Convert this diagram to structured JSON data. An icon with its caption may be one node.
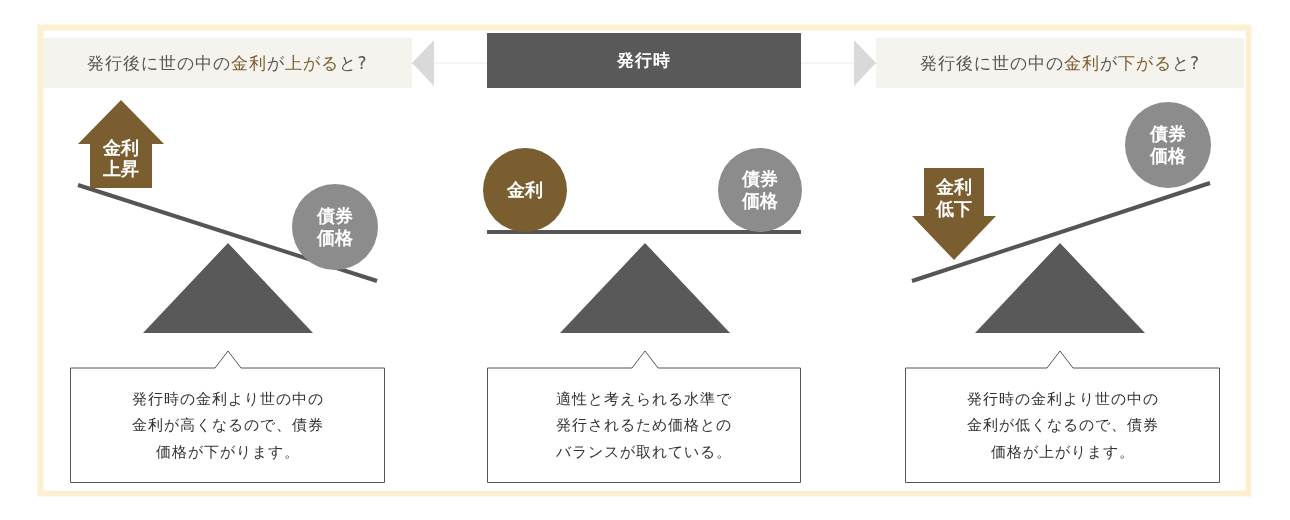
{
  "diagram": {
    "nodes": [
      {
        "text": [
          "発行後に世の中の**金利**が**上がる**と?"
        ]
      },
      {
        "text": [
          "発行時"
        ]
      },
      {
        "text": [
          "発行後に世の中の**金利**が**下がる**と?"
        ]
      },
      {
        "text": [
          "金利上昇"
        ]
      },
      {
        "text": [
          "債券価格"
        ]
      },
      {
        "text": [
          "発行時の金利より世の中の金利が高くなるので、債券価格が下がります。"
        ]
      },
      {
        "text": [
          "金利"
        ]
      },
      {
        "text": [
          "債券価格"
        ]
      },
      {
        "text": [
          "適性と考えられる水準で発行されるため価格とのバランスが取れている。"
        ]
      },
      {
        "text": [
          "金利低下"
        ]
      },
      {
        "text": [
          "債券価格"
        ]
      },
      {
        "text": [
          "発行時の金利より世の中の金利が低くなるので、債券価格が上がります。"
        ]
      },
      {
        "text": [],
        "shape": "triangle"
      },
      {
        "text": [],
        "shape": "triangle"
      },
      {
        "text": [],
        "shape": "triangle"
      }
    ],
    "edges": [
      {
        "from": 1,
        "to": 0,
        "arrow": "to"
      },
      {
        "from": 1,
        "to": 2,
        "arrow": "to"
      }
    ]
  }
}
